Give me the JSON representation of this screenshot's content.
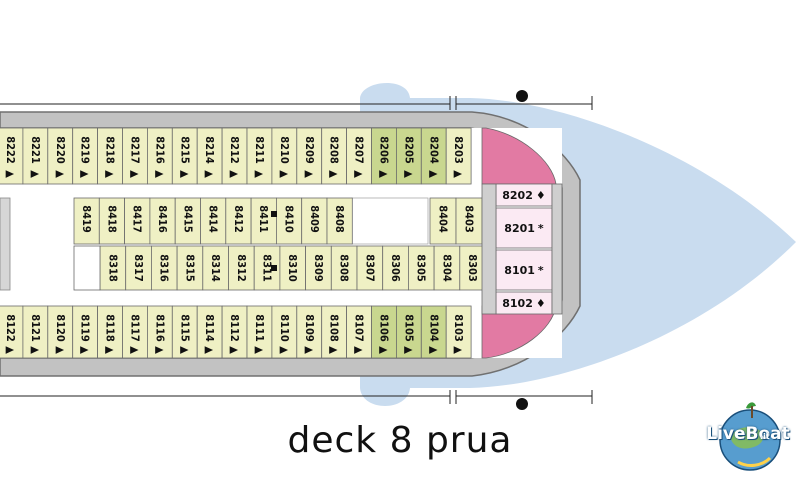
{
  "title": "deck 8 prua",
  "logo": {
    "name": "LiveBoat",
    "suffix": ".it"
  },
  "colors": {
    "sea_blue": "#c9dcef",
    "hull_grey": "#c2c2c2",
    "hull_line": "#707070",
    "standard_cabin": "#eff0c4",
    "premium_cabin": "#c9d78f",
    "suite": "#e27aa3",
    "suite_light": "#fbeaf3",
    "deck_grey": "#cfcfcf"
  },
  "port_row": [
    "8222",
    "8221",
    "8220",
    "8219",
    "8218",
    "8217",
    "8216",
    "8215",
    "8214",
    "8212",
    "8211",
    "8210",
    "8209",
    "8208",
    "8207",
    "8206",
    "8205",
    "8204",
    "8203"
  ],
  "starboard_row": [
    "8122",
    "8121",
    "8120",
    "8119",
    "8118",
    "8117",
    "8116",
    "8115",
    "8114",
    "8112",
    "8111",
    "8110",
    "8109",
    "8108",
    "8107",
    "8106",
    "8105",
    "8104",
    "8103"
  ],
  "inner_upper_left": [
    "8419",
    "8418",
    "8417",
    "8416",
    "8415",
    "8414",
    "8412",
    "8411",
    "8410",
    "8409",
    "8408"
  ],
  "inner_upper_right": [
    "8404",
    "8403"
  ],
  "inner_lower": [
    "8318",
    "8317",
    "8316",
    "8315",
    "8314",
    "8312",
    "8311",
    "8310",
    "8309",
    "8308",
    "8307",
    "8306",
    "8305",
    "8304",
    "8303"
  ],
  "suites": [
    {
      "number": "8202",
      "mark": "♦"
    },
    {
      "number": "8201",
      "mark": "*"
    },
    {
      "number": "8101",
      "mark": "*"
    },
    {
      "number": "8102",
      "mark": "♦"
    }
  ],
  "arrow_mark": "▲"
}
